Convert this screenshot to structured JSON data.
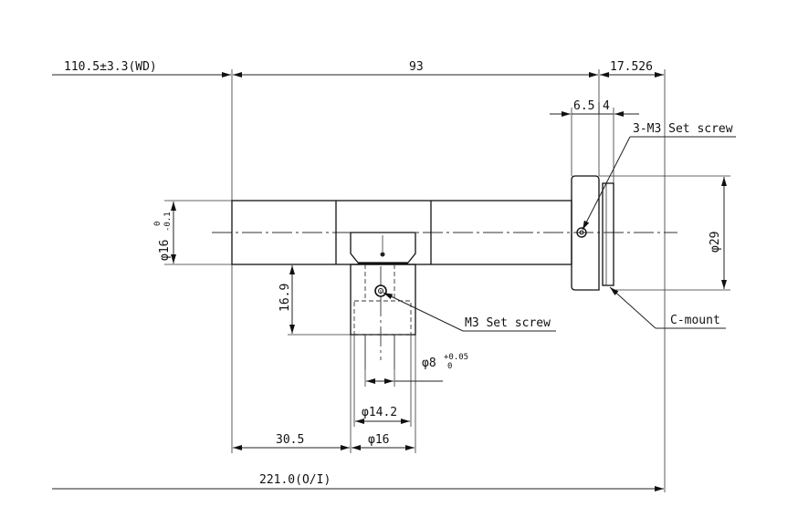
{
  "drawing": {
    "dimensions": {
      "working_distance": "110.5±3.3(WD)",
      "body_length": "93",
      "flange_length": "17.526",
      "flange_width": "6.5",
      "thread_width": "4",
      "tube_diameter": "φ16",
      "tube_tolerance_upper": "0",
      "tube_tolerance_lower": "-0.1",
      "flange_diameter": "φ29",
      "port_height": "16.9",
      "port_bore": "φ8",
      "port_bore_tolerance_upper": "+0.05",
      "port_bore_tolerance_lower": "0",
      "port_inner_diameter": "φ14.2",
      "port_outer_diameter": "φ16",
      "port_offset": "30.5",
      "total_length": "221.0(O/I)"
    },
    "callouts": {
      "flange_screw": "3-M3 Set screw",
      "port_screw": "M3 Set screw",
      "mount": "C-mount"
    }
  }
}
